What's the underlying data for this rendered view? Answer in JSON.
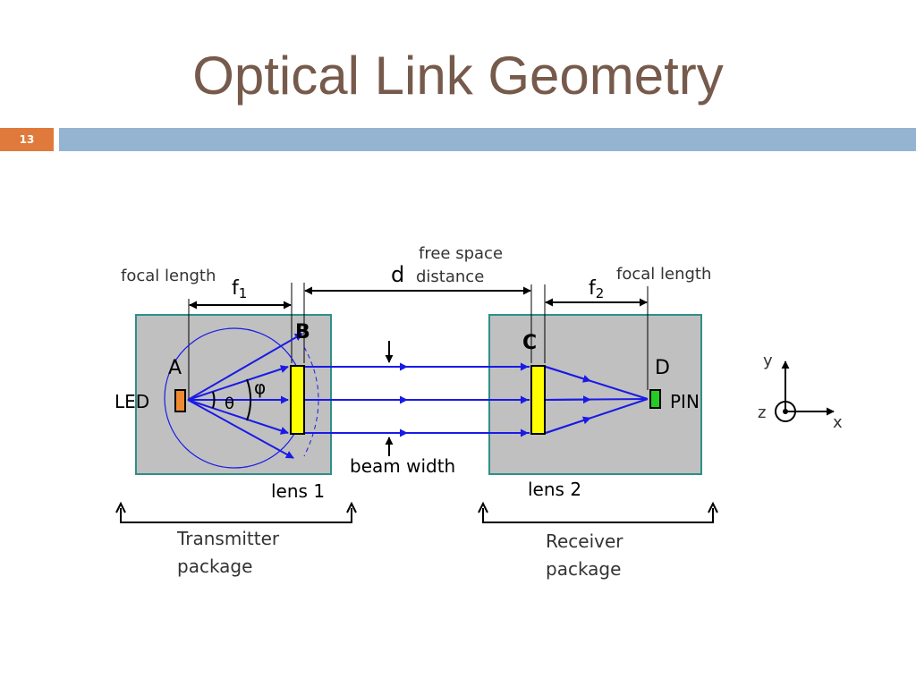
{
  "slide": {
    "title": "Optical Link Geometry",
    "number": "13"
  },
  "diagram": {
    "focal_length_left": "focal length",
    "f1_base": "f",
    "f1_sub": "1",
    "d_label": "d",
    "free_space_line1": "free space",
    "free_space_line2": "distance",
    "f2_base": "f",
    "f2_sub": "2",
    "focal_length_right": "focal length",
    "point_a": "A",
    "point_b": "B",
    "point_c": "C",
    "point_d": "D",
    "led": "LED",
    "pin": "PIN",
    "theta": "θ",
    "phi": "φ",
    "beam_width": "beam width",
    "lens1": "lens 1",
    "lens2": "lens 2",
    "transmitter_line1": "Transmitter",
    "transmitter_line2": "package",
    "receiver_line1": "Receiver",
    "receiver_line2": "package",
    "axis_y": "y",
    "axis_x": "x",
    "axis_z": "z"
  },
  "colors": {
    "title": "#765a4b",
    "slide_number_bg": "#e07a3c",
    "header_bar": "#94b4d2",
    "package_fill": "#c0c0c0",
    "package_border": "#2f8f8a",
    "beam": "#1a1ae6",
    "lens": "#ffff00",
    "led": "#f08a30",
    "pin": "#22cc22"
  }
}
